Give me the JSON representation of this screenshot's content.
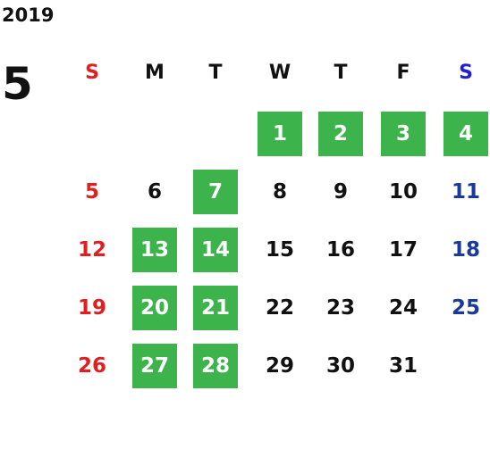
{
  "year": "2019",
  "month": "5",
  "weekdays": [
    "S",
    "M",
    "T",
    "W",
    "T",
    "F",
    "S"
  ],
  "weeks": [
    [
      "",
      "",
      "",
      "1",
      "2",
      "3",
      "4"
    ],
    [
      "5",
      "6",
      "7",
      "8",
      "9",
      "10",
      "11"
    ],
    [
      "12",
      "13",
      "14",
      "15",
      "16",
      "17",
      "18"
    ],
    [
      "19",
      "20",
      "21",
      "22",
      "23",
      "24",
      "25"
    ],
    [
      "26",
      "27",
      "28",
      "29",
      "30",
      "31",
      ""
    ]
  ],
  "highlighted_days": [
    "1",
    "2",
    "3",
    "4",
    "7",
    "13",
    "14",
    "20",
    "21",
    "27",
    "28"
  ],
  "colors": {
    "highlight": "#3cb44b",
    "sunday": "#e02020",
    "saturday": "#1a3a9a",
    "saturday_header": "#1f1fd6",
    "text": "#111111"
  }
}
